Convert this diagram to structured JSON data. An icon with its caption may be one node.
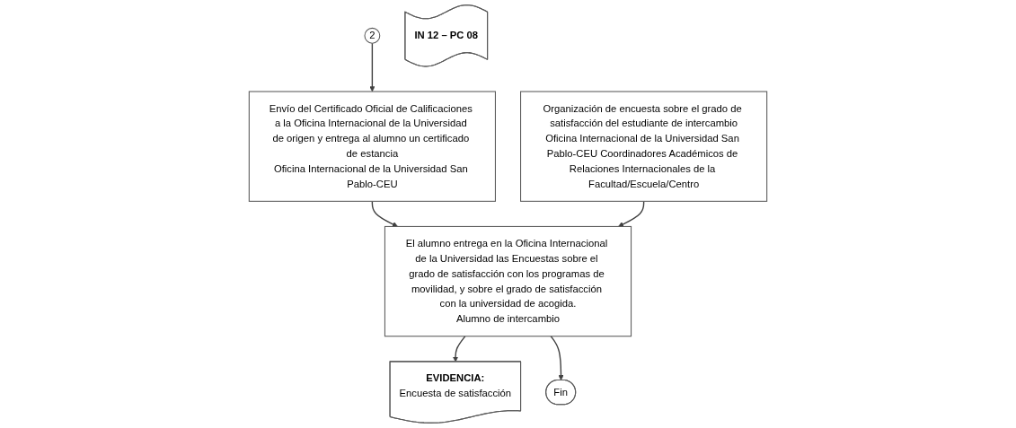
{
  "diagram": {
    "nodes": [
      {
        "text": [
          "2"
        ]
      },
      {
        "text": [
          "Envío del Certificado Oficial de Calificaciones a la Oficina Internacional de la Universidad de origen y entrega al alumno un certificado de estancia",
          "Oficina Internacional de la Universidad San Pablo-CEU"
        ]
      },
      {
        "text": [
          "Organización de encuesta sobre el grado de satisfacción del estudiante de intercambio",
          "Oficina Internacional de la Universidad San Pablo-CEU Coordinadores Académicos de Relaciones Internacionales de la Facultad/Escuela/Centro"
        ]
      },
      {
        "text": [
          "El alumno entrega en la Oficina Internacional de la Universidad las Encuestas sobre el grado de satisfacción con los programas de movilidad, y sobre el grado de satisfacción con la universidad de acogida.",
          "Alumno de intercambio"
        ]
      },
      {
        "text": [
          "EVIDENCIA:",
          "Encuesta de satisfacción"
        ]
      },
      {
        "text": [
          "IN 12 – PC 08"
        ]
      },
      {
        "text": [
          "Fin"
        ]
      }
    ],
    "edges": [
      {
        "from": 0,
        "to": 1,
        "arrow": "to"
      },
      {
        "from": 1,
        "to": 3,
        "arrow": "to"
      },
      {
        "from": 2,
        "to": 3,
        "arrow": "to"
      },
      {
        "from": 3,
        "to": 4,
        "arrow": "to"
      },
      {
        "from": 3,
        "to": 6,
        "arrow": "to"
      }
    ]
  }
}
